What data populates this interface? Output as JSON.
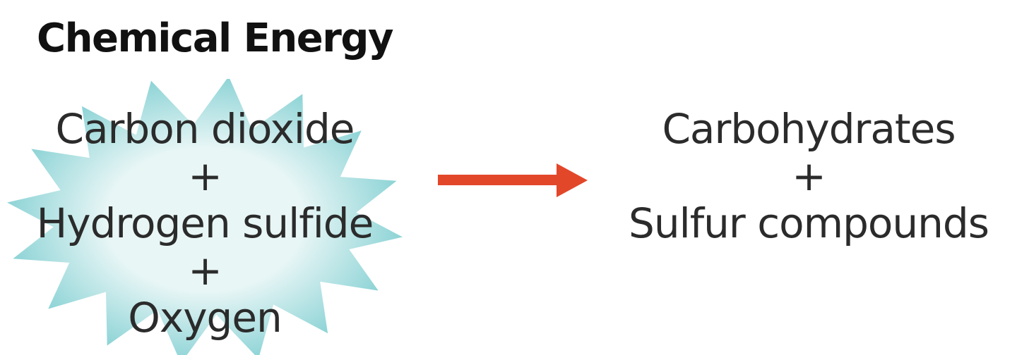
{
  "title": "Chemical Energy",
  "reactants": {
    "line1": "Carbon dioxide",
    "plus1": "+",
    "line2": "Hydrogen sulfide",
    "plus2": "+",
    "line3": "Oxygen"
  },
  "products": {
    "line1": "Carbohydrates",
    "plus1": "+",
    "line2": "Sulfur compounds"
  },
  "colors": {
    "arrow": "#e2472a",
    "starburst_center": "#e9f6f6",
    "starburst_edge": "#7ccdd0",
    "text": "#2b2b2b"
  },
  "icons": {
    "energy_burst": "starburst-icon",
    "reaction_arrow": "right-arrow-icon"
  }
}
